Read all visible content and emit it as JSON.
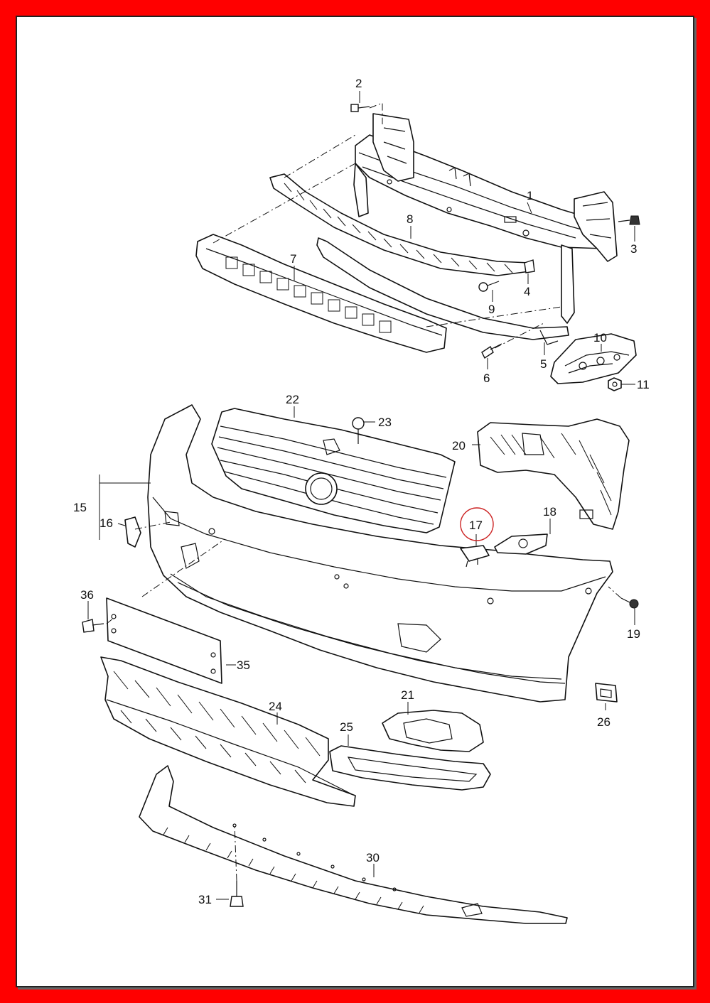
{
  "diagram": {
    "highlight_color": "#cc2222",
    "frame_color": "#ff0000",
    "callouts": [
      {
        "id": "c1",
        "label": "1"
      },
      {
        "id": "c2",
        "label": "2"
      },
      {
        "id": "c3",
        "label": "3"
      },
      {
        "id": "c4",
        "label": "4"
      },
      {
        "id": "c5",
        "label": "5"
      },
      {
        "id": "c6",
        "label": "6"
      },
      {
        "id": "c7",
        "label": "7"
      },
      {
        "id": "c8",
        "label": "8"
      },
      {
        "id": "c9",
        "label": "9"
      },
      {
        "id": "c10",
        "label": "10"
      },
      {
        "id": "c11",
        "label": "11"
      },
      {
        "id": "c15",
        "label": "15"
      },
      {
        "id": "c16",
        "label": "16"
      },
      {
        "id": "c17",
        "label": "17"
      },
      {
        "id": "c18",
        "label": "18"
      },
      {
        "id": "c19",
        "label": "19"
      },
      {
        "id": "c20",
        "label": "20"
      },
      {
        "id": "c21",
        "label": "21"
      },
      {
        "id": "c22",
        "label": "22"
      },
      {
        "id": "c23",
        "label": "23"
      },
      {
        "id": "c24",
        "label": "24"
      },
      {
        "id": "c25",
        "label": "25"
      },
      {
        "id": "c26",
        "label": "26"
      },
      {
        "id": "c30",
        "label": "30"
      },
      {
        "id": "c31",
        "label": "31"
      },
      {
        "id": "c35",
        "label": "35"
      },
      {
        "id": "c36",
        "label": "36"
      }
    ]
  }
}
